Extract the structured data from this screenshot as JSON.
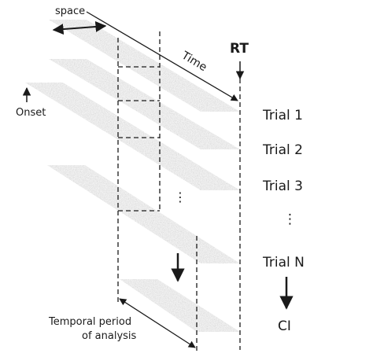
{
  "labels": {
    "space": "space",
    "time": "Time",
    "rt": "RT",
    "onset": "Onset",
    "temporal_line1": "Temporal period",
    "temporal_line2": "of analysis",
    "dots": "⋮"
  },
  "trials": [
    "Trial 1",
    "Trial 2",
    "Trial 3",
    "⋮",
    "Trial N"
  ],
  "result": "CI",
  "colors": {
    "plane": "#a8a8a8",
    "ink": "#1a1a1a"
  }
}
